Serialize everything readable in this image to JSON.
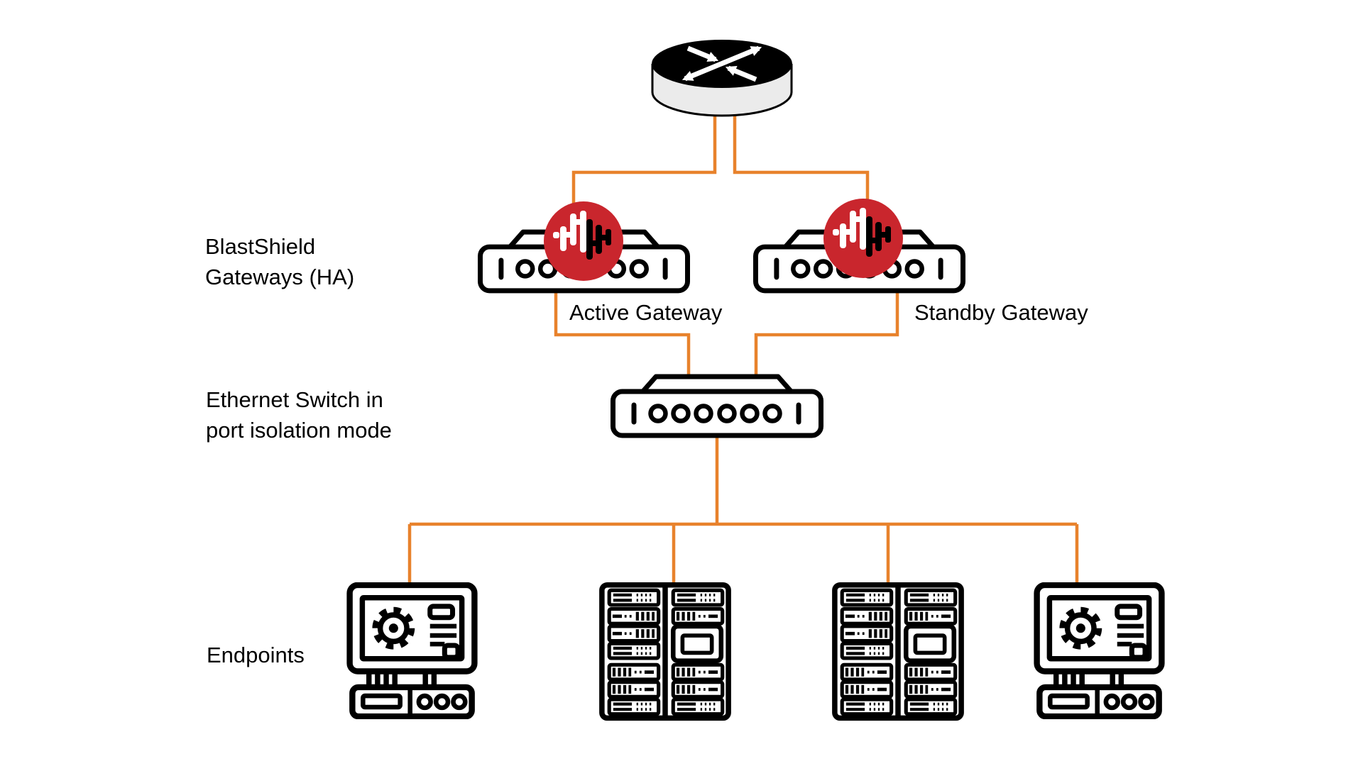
{
  "colors": {
    "background": "#FFFFFF",
    "ink": "#000000",
    "line-orange": "#E8822C",
    "logo-red": "#C9262D",
    "cylinder-grey": "#EBEBEB"
  },
  "diagram": {
    "labels": {
      "gateways_ha": "BlastShield\nGateways (HA)",
      "ethernet_switch": "Ethernet Switch in\nport isolation mode",
      "endpoints": "Endpoints",
      "active_gateway": "Active Gateway",
      "standby_gateway": "Standby Gateway"
    },
    "icons": {
      "router": "router-icon",
      "active_gateway": "gateway-appliance-icon",
      "standby_gateway": "gateway-appliance-icon",
      "blastshield_logo": "blastshield-logo-icon",
      "ethernet_switch": "ethernet-switch-icon",
      "endpoint_hmi": "hmi-workstation-icon",
      "endpoint_server": "server-rack-icon"
    }
  }
}
